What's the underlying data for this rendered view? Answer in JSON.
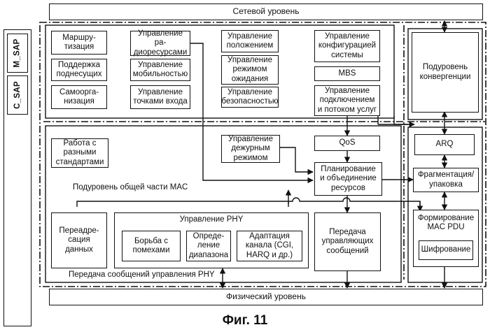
{
  "labels": {
    "network_layer": "Сетевой уровень",
    "physical_layer": "Физический уровень",
    "c_sap": "C_SAP",
    "m_sap": "M_SAP",
    "convergence": "Подуровень\nконвергенции",
    "routing": "Маршру-\nтизация",
    "subcarrier_support": "Поддержка\nподнесущих",
    "self_org": "Самоорга-\nнизация",
    "radio_mgmt": "Управление ра-\nдиоресурсами",
    "mobility_mgmt": "Управление\nмобильностью",
    "access_point_mgmt": "Управление\nточками входа",
    "location_mgmt": "Управление\nположением",
    "idle_mode_mgmt": "Управление\nрежимом\nожидания",
    "security_mgmt": "Управление\nбезопасностью",
    "system_config_mgmt": "Управление\nконфигурацией\nсистемы",
    "mbs": "MBS",
    "connection_service_mgmt": "Управление\nподключением\nи потоком услуг",
    "multi_standard": "Работа с\nразными\nстандартами",
    "standby_mgmt": "Управление\nдежурным\nрежимом",
    "qos": "QoS",
    "arq": "ARQ",
    "scheduling": "Планирование\nи объединение\nресурсов",
    "fragmentation": "Фрагментация/\nупаковка",
    "cps_label": "Подуровень общей части MAC",
    "relay_data": "Переадре-\nсация\nданных",
    "phy_control": "Управление PHY",
    "interference": "Борьба с\nпомехами",
    "ranging": "Опреде-\nление\nдиапазона",
    "link_adapt": "Адаптация\nканала (CGI,\nHARQ и др.)",
    "control_msg": "Передача\nуправляющих\nсообщений",
    "mac_pdu": "Формирование\nMAC PDU",
    "encryption": "Шифрование",
    "phy_msg_label": "Передача сообщений управления PHY",
    "figure_caption": "Фиг. 11"
  }
}
